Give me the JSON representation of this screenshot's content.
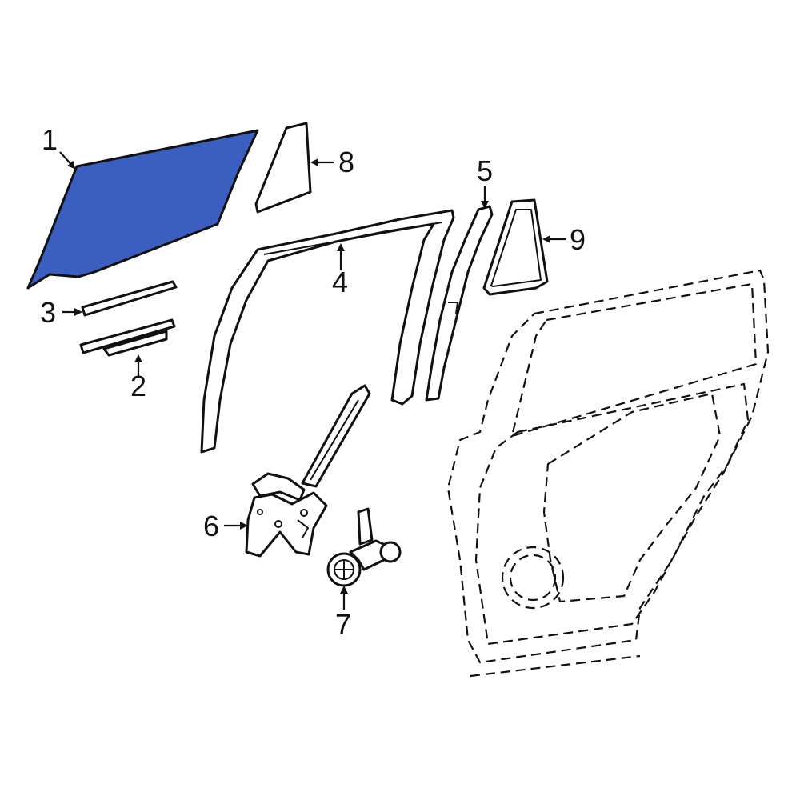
{
  "colors": {
    "highlight": "#3a5fc0",
    "line": "#111111",
    "background": "#ffffff"
  },
  "callouts": [
    {
      "id": "1",
      "label": "1"
    },
    {
      "id": "2",
      "label": "2"
    },
    {
      "id": "3",
      "label": "3"
    },
    {
      "id": "4",
      "label": "4"
    },
    {
      "id": "5",
      "label": "5"
    },
    {
      "id": "6",
      "label": "6"
    },
    {
      "id": "7",
      "label": "7"
    },
    {
      "id": "8",
      "label": "8"
    },
    {
      "id": "9",
      "label": "9"
    }
  ],
  "highlighted_part": "1"
}
